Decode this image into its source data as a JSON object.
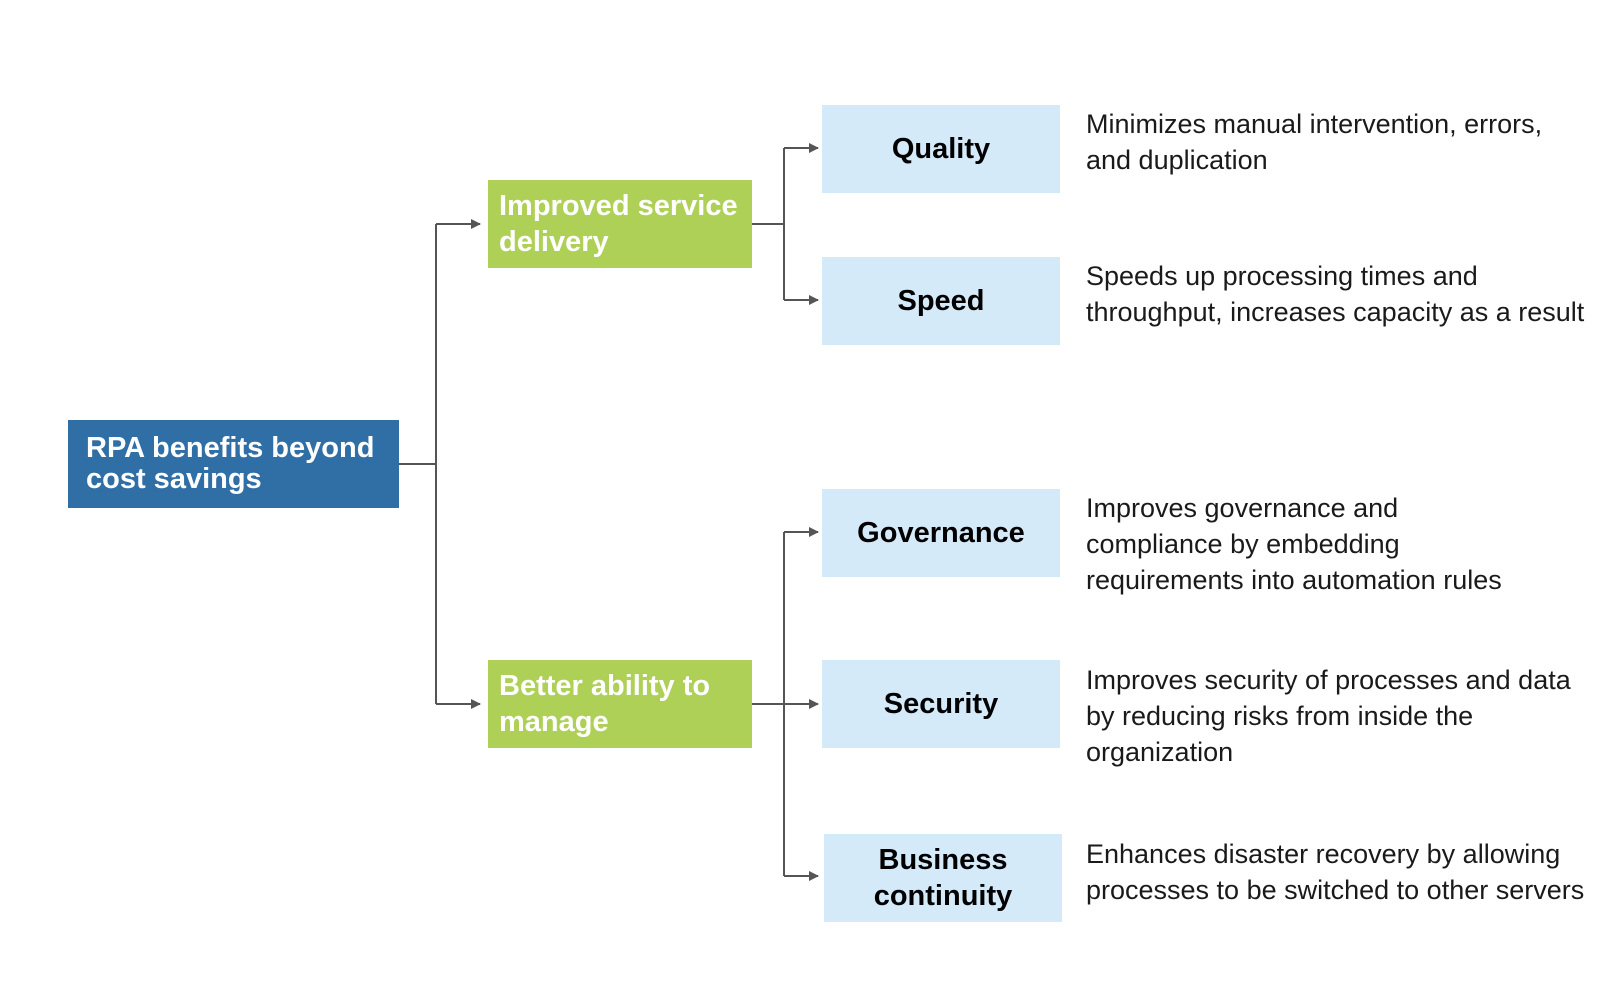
{
  "diagram": {
    "root": {
      "label": "RPA benefits beyond cost savings"
    },
    "groups": [
      {
        "label": "Improved service delivery",
        "benefits": [
          {
            "label": "Quality",
            "description": "Minimizes manual intervention, errors, and duplication"
          },
          {
            "label": "Speed",
            "description": "Speeds up processing times and throughput, increases capacity as a result"
          }
        ]
      },
      {
        "label": "Better ability to manage",
        "benefits": [
          {
            "label": "Governance",
            "description": "Improves governance and compliance by embedding requirements into automation rules"
          },
          {
            "label": "Security",
            "description": "Improves security of processes and data by reducing risks from inside the organization"
          },
          {
            "label": "Business continuity",
            "description": "Enhances disaster recovery by allowing processes to be switched to other servers"
          }
        ]
      }
    ]
  },
  "colors": {
    "root": "#2f6fa6",
    "group": "#aed057",
    "benefit": "#d4eaf9",
    "connector": "#555555"
  }
}
